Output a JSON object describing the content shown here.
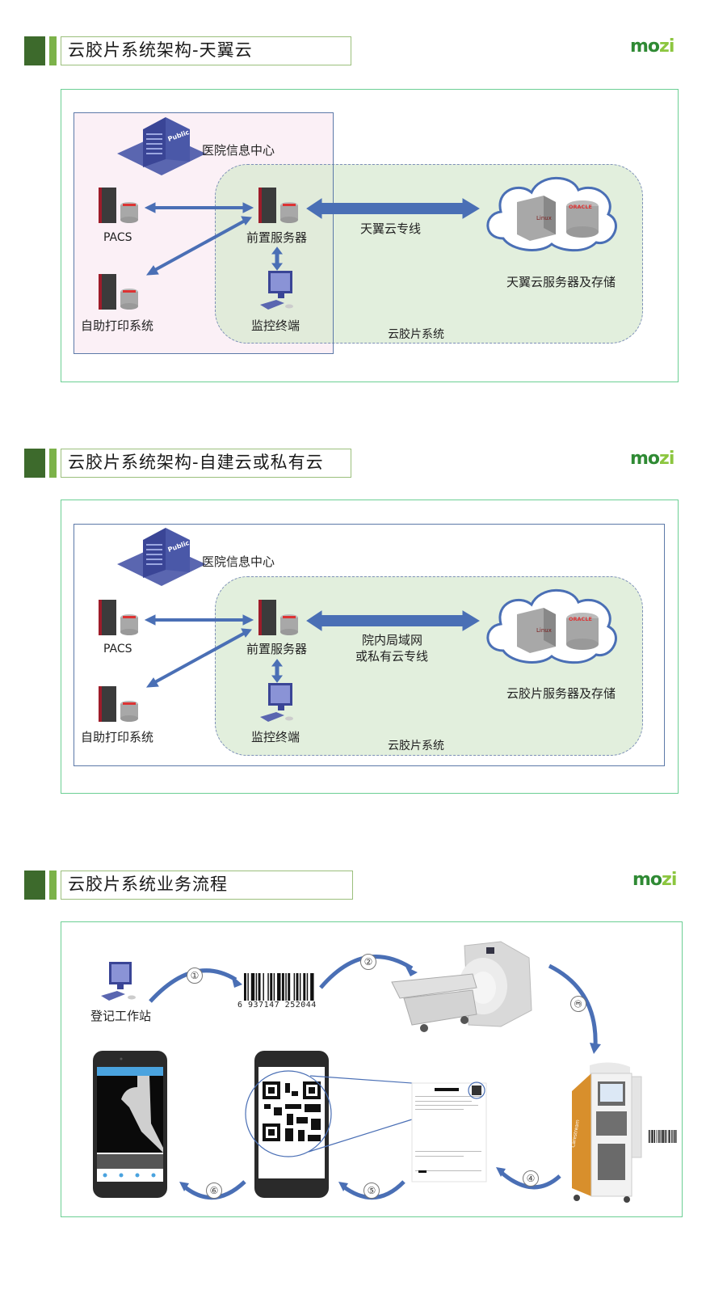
{
  "logo": {
    "text_a": "mo",
    "text_b": "zi"
  },
  "section1": {
    "title": "云胶片系统架构-天翼云",
    "hospital_center": "医院信息中心",
    "building_sign": "Public",
    "pacs": "PACS",
    "front_server": "前置服务器",
    "self_print": "自助打印系统",
    "monitor": "监控终端",
    "link": "天翼云专线",
    "cloud_storage": "天翼云服务器及存储",
    "cloud_system": "云胶片系统",
    "linux_label": "Linux",
    "oracle_label": "ORACLE"
  },
  "section2": {
    "title": "云胶片系统架构-自建云或私有云",
    "hospital_center": "医院信息中心",
    "building_sign": "Public",
    "pacs": "PACS",
    "front_server": "前置服务器",
    "self_print": "自助打印系统",
    "monitor": "监控终端",
    "link_line1": "院内局域网",
    "link_line2": "或私有云专线",
    "cloud_storage": "云胶片服务器及存储",
    "cloud_system": "云胶片系统",
    "linux_label": "Linux",
    "oracle_label": "ORACLE"
  },
  "section3": {
    "title": "云胶片系统业务流程",
    "registration": "登记工作站",
    "barcode_number": "6 937147 252044",
    "steps": [
      "①",
      "②",
      "③",
      "④",
      "⑤",
      "⑥"
    ],
    "kiosk_brand": "Carestream"
  },
  "colors": {
    "header_dark": "#3d6a2c",
    "header_light": "#7cb24a",
    "frame_border": "#6ccf94",
    "arrow_blue": "#4a6fb5",
    "hospital_bg": "#fbf0f6",
    "cloud_bg": "#dbe9d3"
  }
}
